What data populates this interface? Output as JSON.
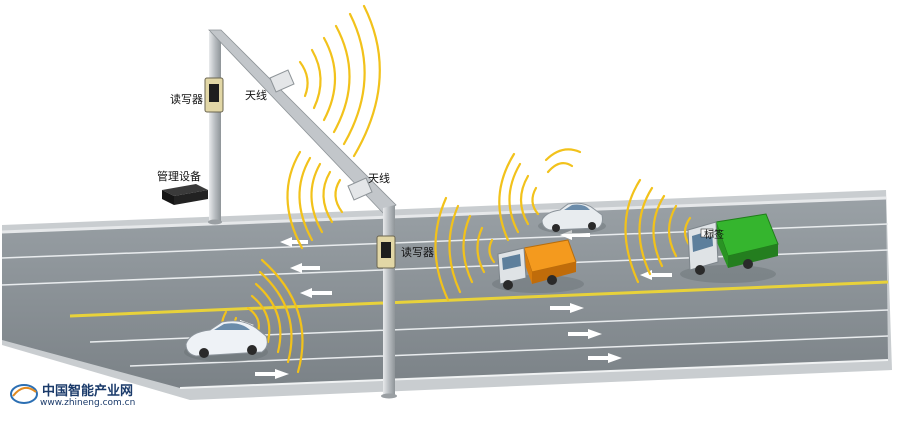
{
  "labels": {
    "reader_top": "读写器",
    "antenna_top": "天线",
    "management": "管理设备",
    "antenna_mid": "天线",
    "reader_mid": "读写器",
    "tag": "标签"
  },
  "logo": {
    "title": "中国智能产业网",
    "url": "www.zhineng.com.cn"
  },
  "colors": {
    "road": "#8a9196",
    "road_shoulder": "#b9bdc0",
    "center_line": "#e8d23a",
    "lane_line": "#ffffff",
    "signal_wave": "#f2c21b",
    "truck_orange": "#f49a1e",
    "truck_green": "#35b52e",
    "pole": "#c7cbce"
  }
}
